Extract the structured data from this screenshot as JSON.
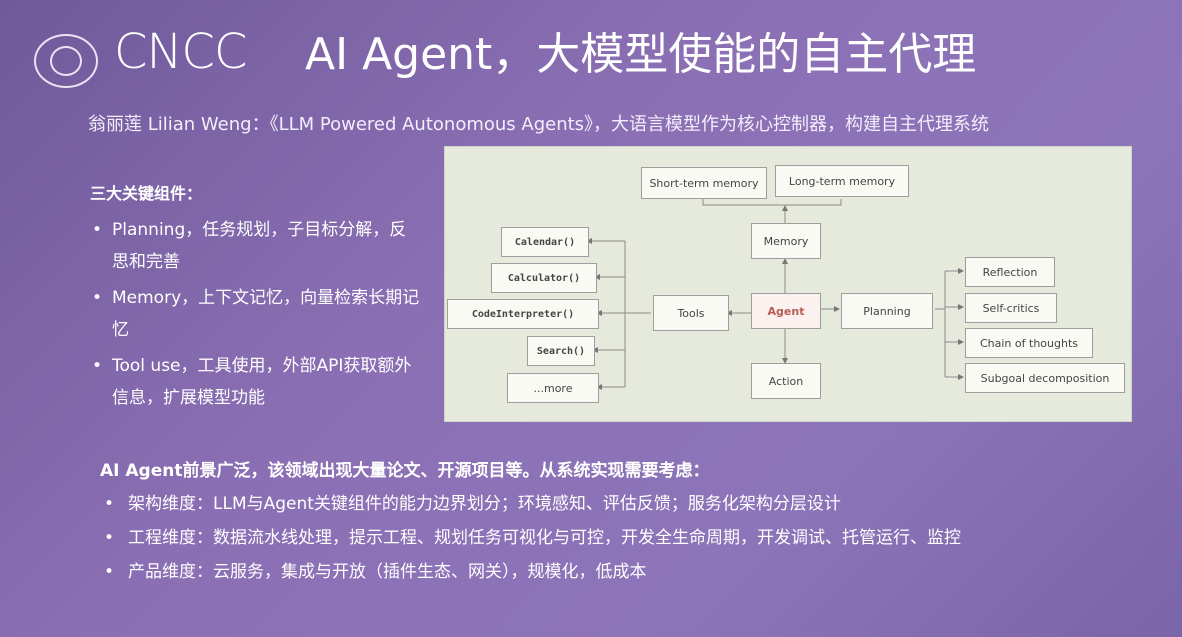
{
  "brand": "CNCC",
  "title": "AI Agent，大模型使能的自主代理",
  "subtitle": "翁丽莲 Lilian Weng：《LLM Powered Autonomous Agents》，大语言模型作为核心控制器，构建自主代理系统",
  "components": {
    "heading": "三大关键组件：",
    "items": [
      "Planning，任务规划，子目标分解，反思和完善",
      "Memory，上下文记忆，向量检索长期记忆",
      "Tool use，工具使用，外部API获取额外信息，扩展模型功能"
    ]
  },
  "diagram": {
    "short_term_memory": "Short-term memory",
    "long_term_memory": "Long-term memory",
    "memory": "Memory",
    "agent": "Agent",
    "tools": "Tools",
    "planning": "Planning",
    "action": "Action",
    "tool_items": [
      "Calendar()",
      "Calculator()",
      "CodeInterpreter()",
      "Search()",
      "...more"
    ],
    "planning_items": [
      "Reflection",
      "Self-critics",
      "Chain of thoughts",
      "Subgoal decomposition"
    ]
  },
  "outlook": {
    "heading": "AI Agent前景广泛，该领域出现大量论文、开源项目等。从系统实现需要考虑：",
    "items": [
      "架构维度：LLM与Agent关键组件的能力边界划分；环境感知、评估反馈；服务化架构分层设计",
      "工程维度：数据流水线处理，提示工程、规划任务可视化与可控，开发全生命周期，开发调试、托管运行、监控",
      "产品维度：云服务，集成与开放（插件生态、网关），规模化，低成本"
    ]
  },
  "colors": {
    "background": "#8b6fb4",
    "agent_text": "#b85c56",
    "diagram_bg": "#e6eadc"
  }
}
